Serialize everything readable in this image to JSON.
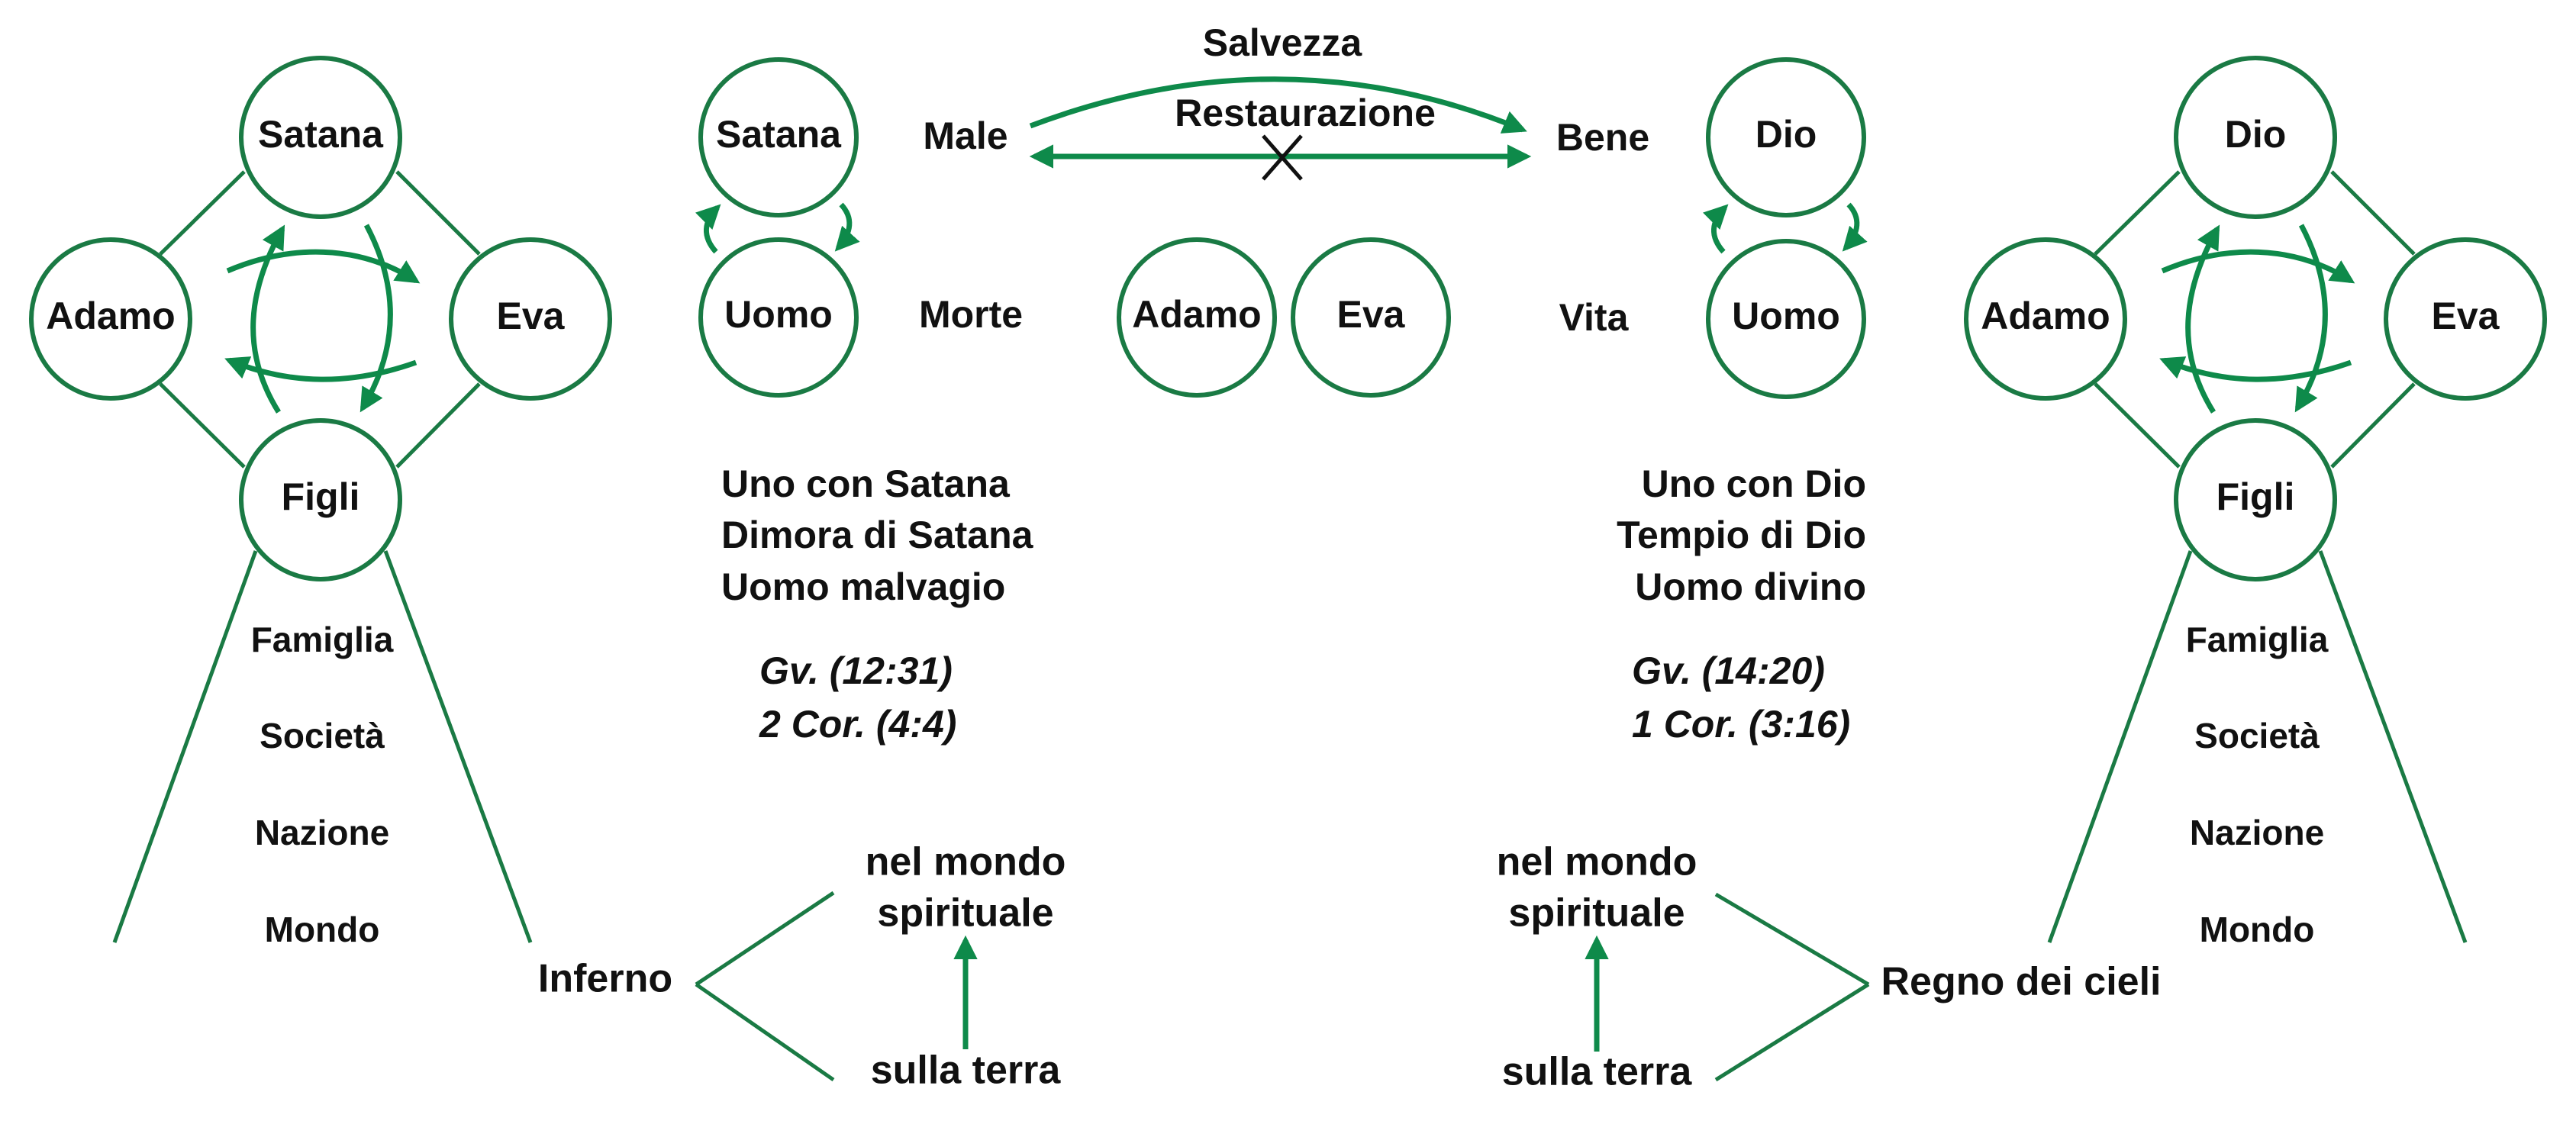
{
  "left_diagram": {
    "top": "Satana",
    "left": "Adamo",
    "right": "Eva",
    "bottom": "Figli",
    "levels": [
      "Famiglia",
      "Società",
      "Nazione",
      "Mondo"
    ]
  },
  "right_diagram": {
    "top": "Dio",
    "left": "Adamo",
    "right": "Eva",
    "bottom": "Figli",
    "levels": [
      "Famiglia",
      "Società",
      "Nazione",
      "Mondo"
    ]
  },
  "center": {
    "salvation": "Salvezza",
    "restoration": "Restaurazione",
    "evil": "Male",
    "good": "Bene",
    "death": "Morte",
    "life": "Vita",
    "left_pair": {
      "top": "Satana",
      "bottom": "Uomo"
    },
    "right_pair": {
      "top": "Dio",
      "bottom": "Uomo"
    },
    "middle_pair": {
      "left": "Adamo",
      "right": "Eva"
    }
  },
  "left_text": {
    "lines": [
      "Uno con Satana",
      "Dimora di Satana",
      "Uomo malvagio"
    ],
    "refs": [
      "Gv. (12:31)",
      "2 Cor. (4:4)"
    ]
  },
  "right_text": {
    "lines": [
      "Uno con Dio",
      "Tempio di Dio",
      "Uomo divino"
    ],
    "refs": [
      "Gv. (14:20)",
      "1 Cor. (3:16)"
    ]
  },
  "bottom_left": {
    "realm": "Inferno",
    "spiritual_line1": "nel mondo",
    "spiritual_line2": "spirituale",
    "earth": "sulla terra"
  },
  "bottom_right": {
    "realm": "Regno dei cieli",
    "spiritual_line1": "nel mondo",
    "spiritual_line2": "spirituale",
    "earth": "sulla terra"
  },
  "colors": {
    "accent": "#1a7a44",
    "arrow": "#0e8a4a",
    "text": "#111111"
  }
}
